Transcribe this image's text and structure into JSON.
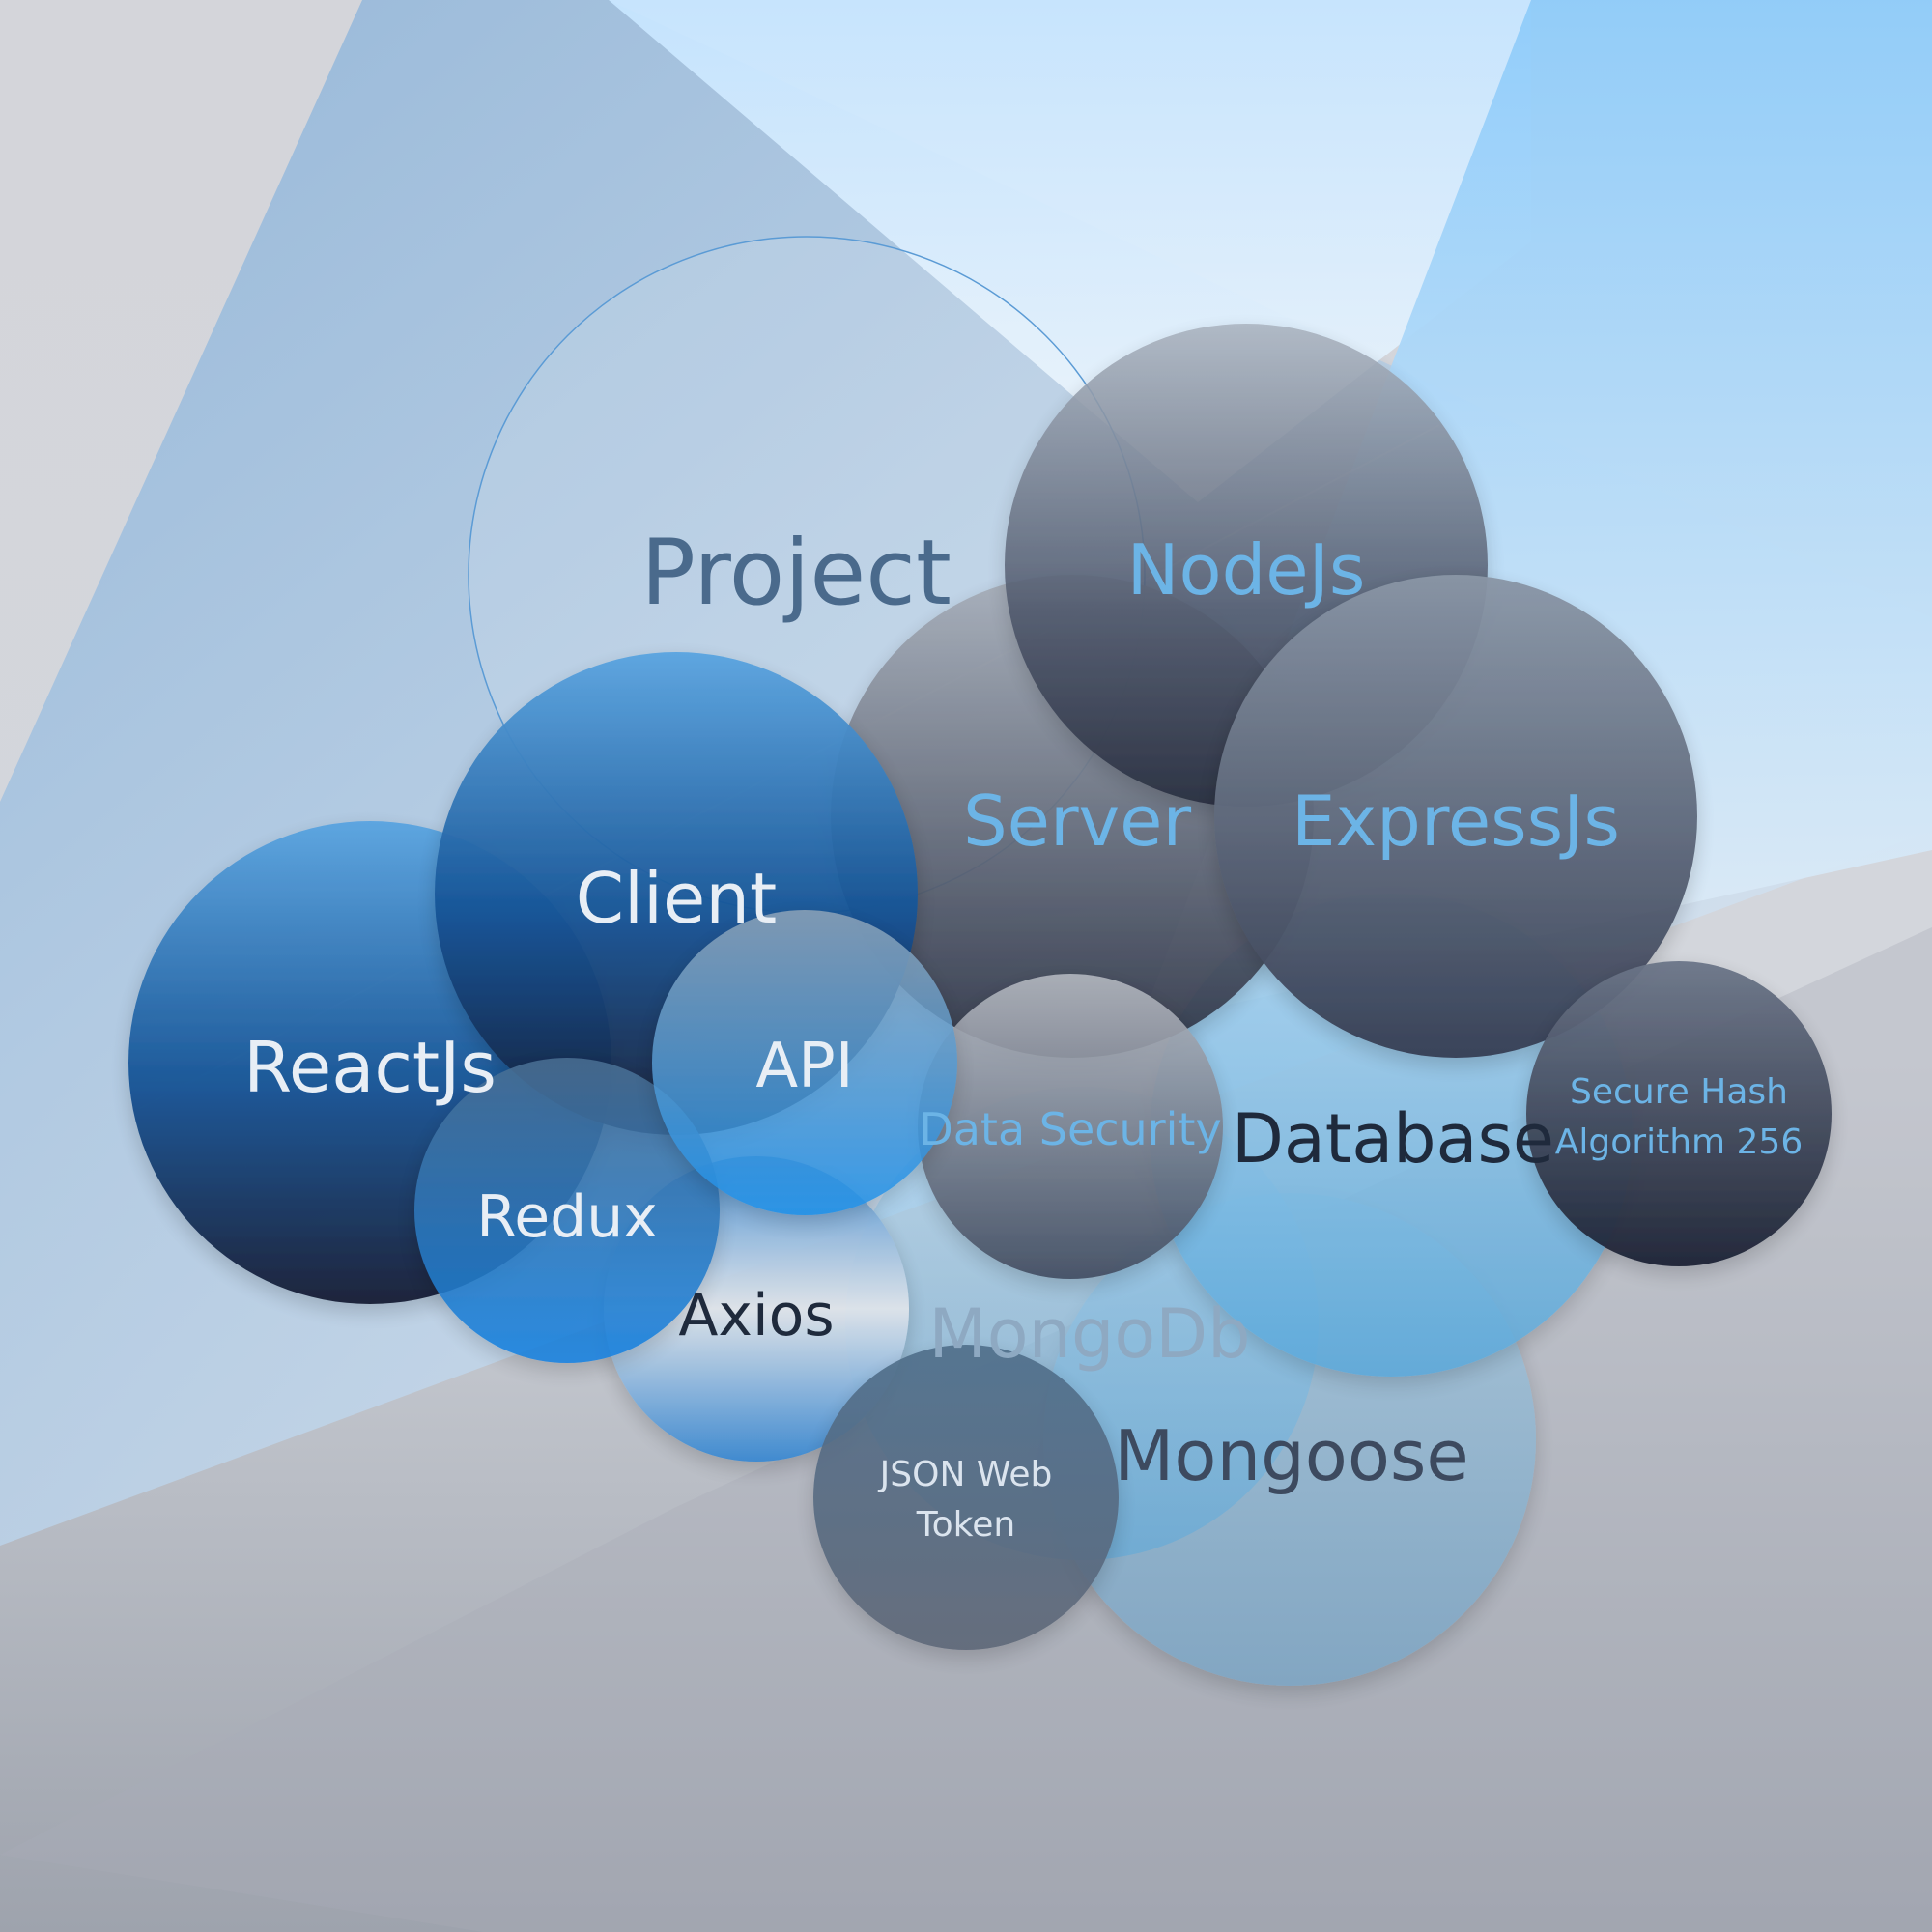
{
  "diagram": {
    "root": "Project",
    "nodes": {
      "nodejs": "NodeJs",
      "server": "Server",
      "expressjs": "ExpressJs",
      "client": "Client",
      "reactjs": "ReactJs",
      "api": "API",
      "redux": "Redux",
      "axios": "Axios",
      "data_security": "Data Security",
      "database": "Database",
      "sha256_line1": "Secure Hash",
      "sha256_line2": "Algorithm 256",
      "mongodb": "MongoDb",
      "mongoose": "Mongoose",
      "jwt_line1": "JSON Web",
      "jwt_line2": "Token"
    }
  },
  "colors": {
    "root_text": "#4a6a8c",
    "light_blue_text": "#6cb4e6",
    "white_text": "#e8eef5",
    "dark_text": "#1f2a3c",
    "muted_text": "#8ea9c2",
    "dark_bubble_top": "#a3acb8",
    "dark_bubble_bottom": "#2b3244",
    "blue_bubble_top": "#5aa3de",
    "blue_bubble_bottom": "#0f2d55",
    "light_bubble": "#7fbfe6"
  }
}
